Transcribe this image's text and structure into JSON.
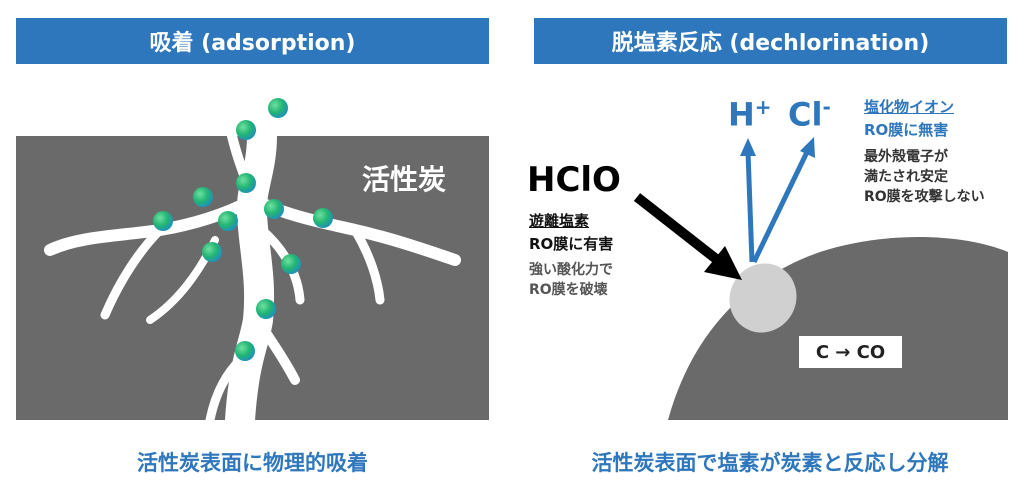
{
  "left_panel": {
    "title": "吸着 (adsorption)",
    "carbon_label": "活性炭",
    "caption": "活性炭表面に物理的吸着",
    "particle_color": "#2ec27e"
  },
  "right_panel": {
    "title": "脱塩素反応 (dechlorination)",
    "hclo": {
      "formula": "HClO",
      "name": "遊離塩素",
      "effect": "RO膜に有害",
      "reason_line1": "強い酸化力で",
      "reason_line2": "RO膜を破壊"
    },
    "products": {
      "h": "H",
      "h_charge": "+",
      "cl": "Cl",
      "cl_charge": "-",
      "ion_name": "塩化物イオン",
      "ion_effect": "RO膜に無害",
      "note_line1": "最外殻電子が",
      "note_line2": "満たされ安定",
      "note_line3": "RO膜を攻撃しない"
    },
    "reaction_box": "C → CO",
    "caption": "活性炭表面で塩素が炭素と反応し分解"
  },
  "colors": {
    "banner": "#2f77bc",
    "carbon": "#6a6a6a",
    "accent_blue": "#2f77bc"
  }
}
